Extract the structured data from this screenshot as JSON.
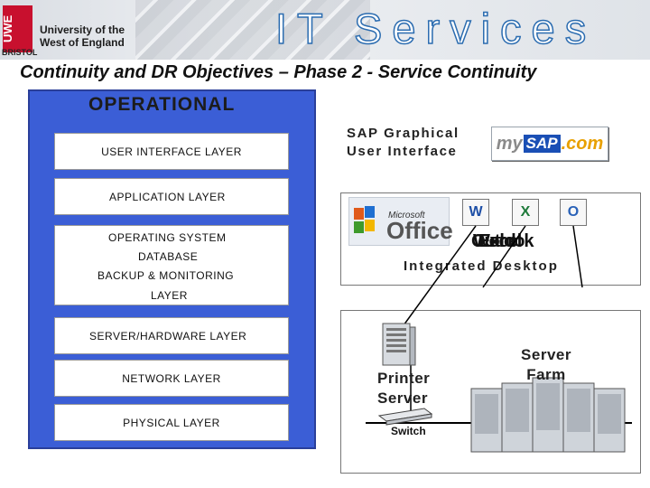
{
  "header": {
    "logo_badge": "UWE",
    "logo_city": "BRISTOL",
    "university_line1": "University of the",
    "university_line2": "West of England",
    "banner": "IT Services"
  },
  "page_title": "Continuity and DR Objectives – Phase 2 - Service Continuity",
  "operational": {
    "title": "OPERATIONAL",
    "layers": {
      "ui": "USER INTERFACE LAYER",
      "application": "APPLICATION LAYER",
      "os": "OPERATING SYSTEM",
      "database": "DATABASE",
      "backup": "BACKUP & MONITORING",
      "backup_layer": "LAYER",
      "server": "SERVER/HARDWARE LAYER",
      "network": "NETWORK LAYER",
      "physical": "PHYSICAL LAYER"
    }
  },
  "sap": {
    "label_line1": "SAP Graphical",
    "label_line2": "User Interface",
    "logo_my": "my",
    "logo_sap": "SAP",
    "logo_com": ".com"
  },
  "desktop": {
    "office_microsoft": "Microsoft",
    "office_word": "Office",
    "icon_word": "W",
    "icon_excel": "X",
    "icon_outlook": "O",
    "overlap_word": "Word",
    "overlap_excel": "Excel",
    "overlap_outlook": "Outlook",
    "label": "Integrated Desktop"
  },
  "servers": {
    "printer_line1": "Printer",
    "printer_line2": "Server",
    "farm_line1": "Server",
    "farm_line2": "Farm",
    "switch": "Switch"
  },
  "colors": {
    "panel": "#3b5ed6",
    "brand_red": "#c8102e",
    "banner_outline": "#2b6cb0"
  }
}
